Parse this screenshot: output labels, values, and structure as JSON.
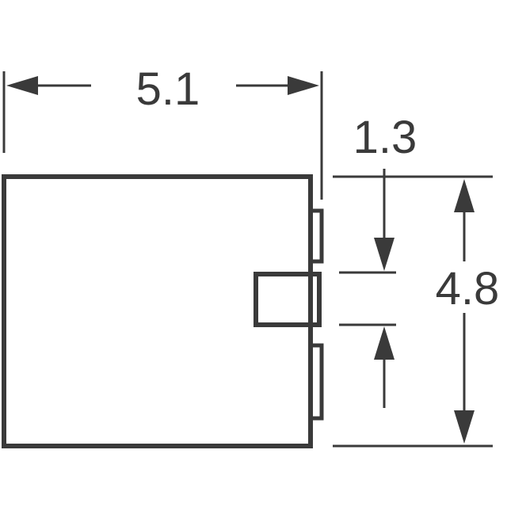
{
  "dimensions": {
    "width": "5.1",
    "tab": "1.3",
    "height": "4.8"
  },
  "colors": {
    "line": "#3a3a3a",
    "background": "#ffffff"
  }
}
